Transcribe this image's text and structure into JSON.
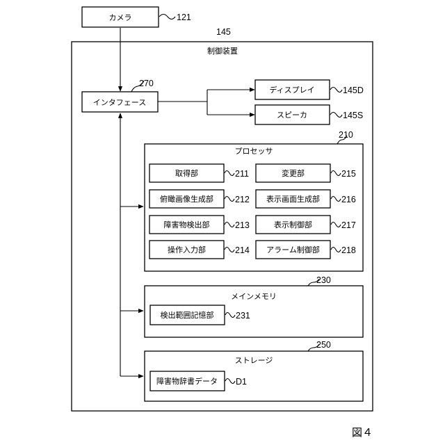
{
  "camera": {
    "label": "カメラ",
    "ref": "121"
  },
  "controller": {
    "label": "制御装置",
    "ref": "145"
  },
  "interface": {
    "label": "インタフェース",
    "ref": "270"
  },
  "display": {
    "label": "ディスプレイ",
    "ref": "145D"
  },
  "speaker": {
    "label": "スピーカ",
    "ref": "145S"
  },
  "processor": {
    "label": "プロセッサ",
    "ref": "210",
    "modules": [
      {
        "label": "取得部",
        "ref": "211"
      },
      {
        "label": "俯瞰画像生成部",
        "ref": "212"
      },
      {
        "label": "障害物検出部",
        "ref": "213"
      },
      {
        "label": "操作入力部",
        "ref": "214"
      },
      {
        "label": "変更部",
        "ref": "215"
      },
      {
        "label": "表示画面生成部",
        "ref": "216"
      },
      {
        "label": "表示制御部",
        "ref": "217"
      },
      {
        "label": "アラーム制御部",
        "ref": "218"
      }
    ]
  },
  "main_memory": {
    "label": "メインメモリ",
    "ref": "230",
    "item": {
      "label": "検出範囲記憶部",
      "ref": "231"
    }
  },
  "storage": {
    "label": "ストレージ",
    "ref": "250",
    "item": {
      "label": "障害物辞書データ",
      "ref": "D1"
    }
  },
  "figure_label": "図４"
}
